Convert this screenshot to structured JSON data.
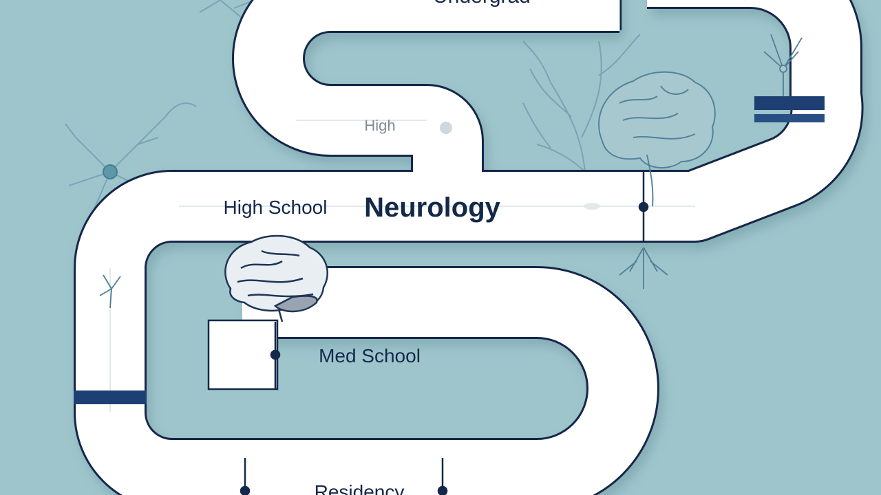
{
  "labels": {
    "undergrad": "Undergrad",
    "high_faint": "High",
    "high_school": "High School",
    "neurology": "Neurology",
    "med_school": "Med School",
    "residency": "Residency"
  },
  "colors": {
    "background": "#9ec5cc",
    "road": "#ffffff",
    "outline": "#14284a",
    "accent_band": "#1d3f73",
    "illustration": "#5e8aa2"
  },
  "icons": [
    "brain-icon",
    "neuron-icon",
    "tree-branches-icon"
  ]
}
